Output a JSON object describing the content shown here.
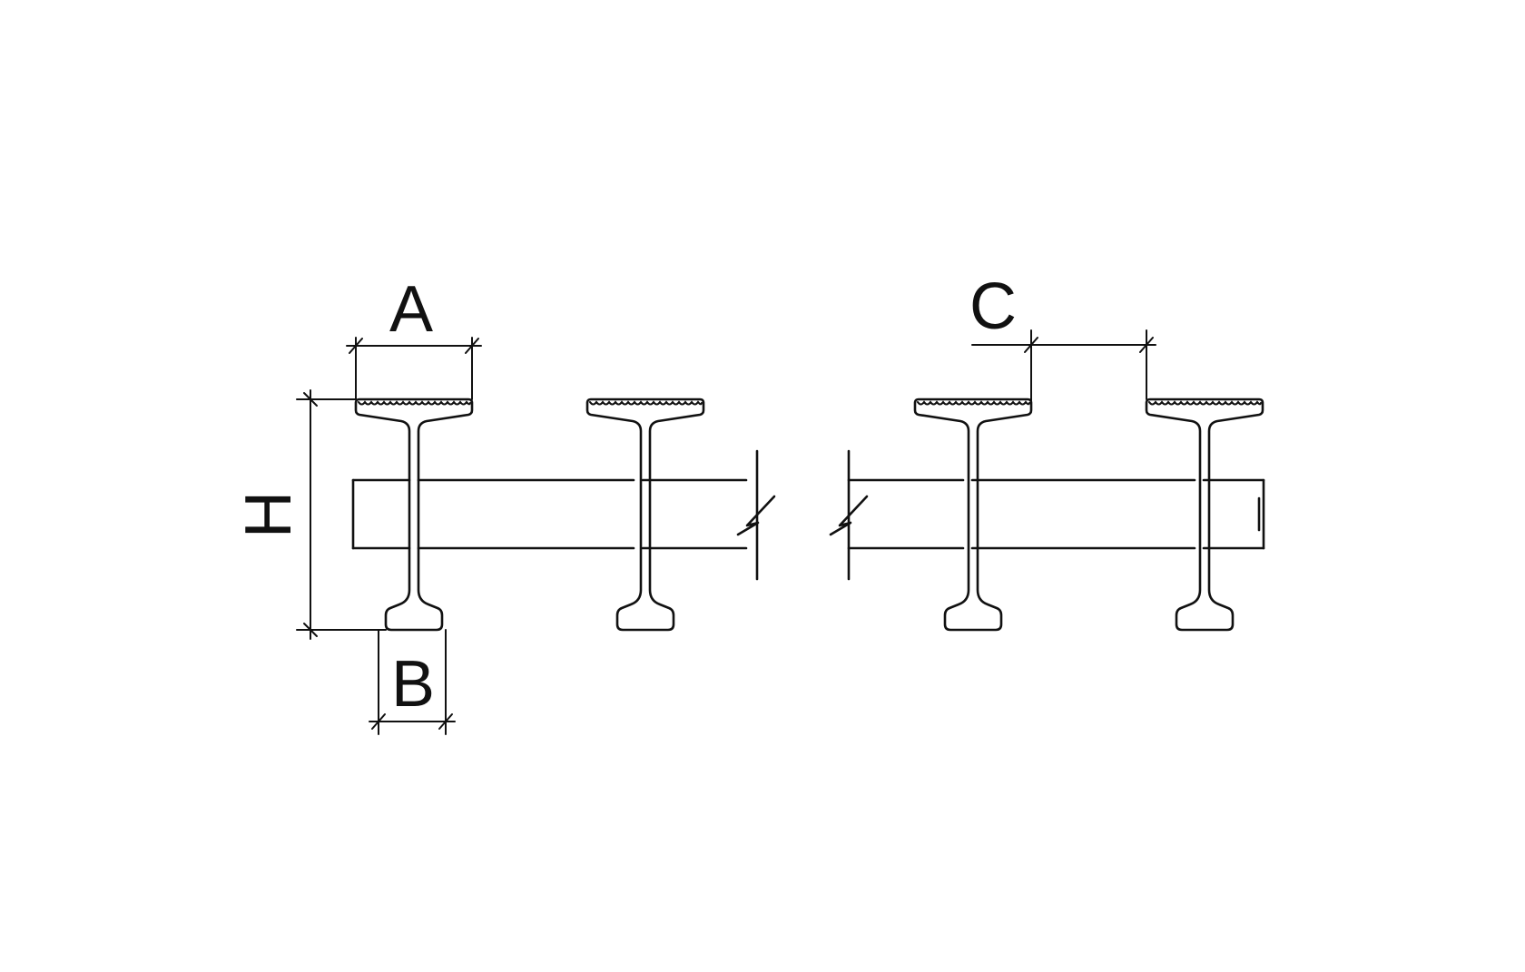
{
  "diagram": {
    "labels": {
      "a": "A",
      "b": "B",
      "c": "C",
      "h": "H"
    },
    "colors": {
      "line": "#111111",
      "background": "#ffffff"
    }
  }
}
